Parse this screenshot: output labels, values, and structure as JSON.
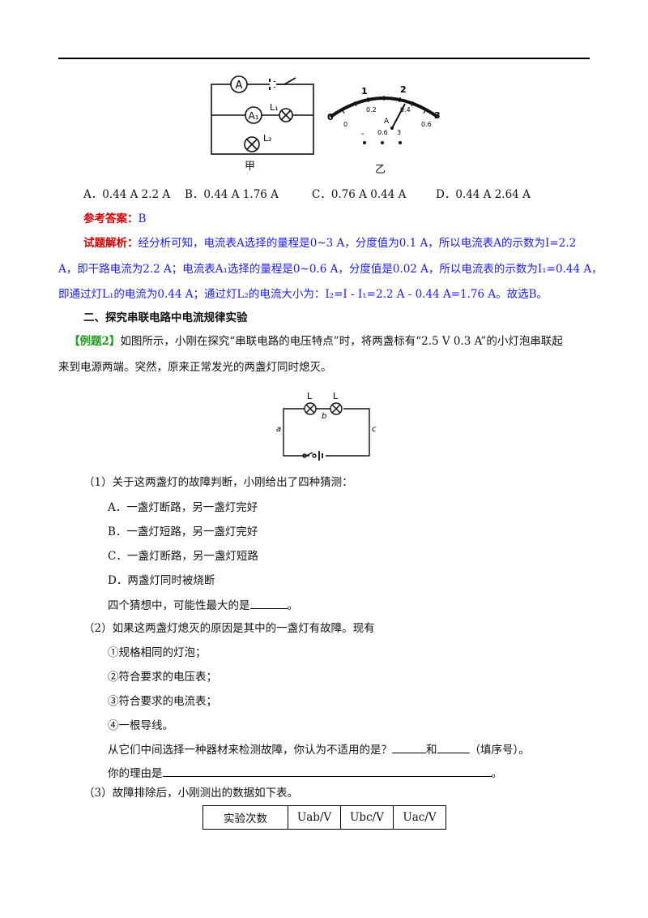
{
  "figure1": {
    "ammeter_A": "A",
    "ammeter_A1": "A₁",
    "lamp1_label": "L₁",
    "lamp2_label": "L₂",
    "caption_jia": "甲",
    "scale_top_labels": [
      "0",
      "1",
      "2",
      "3"
    ],
    "scale_bottom_labels": [
      "0",
      "0.2",
      "0.4",
      "0.6"
    ],
    "meter_signs": [
      "A",
      "-",
      "0.6",
      "3"
    ],
    "caption_yi": "乙"
  },
  "q1_options": {
    "A": "A．0.44 A  2.2 A",
    "B": "B．0.44 A  1.76 A",
    "C": "C．0.76 A  0.44 A",
    "D": "D．0.44 A  2.64 A"
  },
  "answer": {
    "label": "参考答案：",
    "value": "B"
  },
  "analysis": {
    "label": "试题解析：",
    "line1": "经分析可知，电流表A选择的量程是0~3 A，分度值为0.1 A，所以电流表A的示数为I=2.2",
    "line2": "A，即干路电流为2.2 A；电流表A₁选择的量程是0~0.6 A，分度值是0.02 A，所以电流表的示数为I₁=0.44 A，",
    "line3": "即通过灯L₁的电流为0.44 A；通过灯L₂的电流大小为：I₂=I - I₁=2.2 A - 0.44 A=1.76 A。故选B。"
  },
  "section2_title": "二、探究串联电路中电流规律实验",
  "example2": {
    "tag": "【例题2】",
    "line1": "如图所示，小刚在探究“串联电路的电压特点”时，将两盏标有“2.5 V 0.3 A”的小灯泡串联起",
    "line2": "来到电源两端。突然，原来正常发光的两盏灯同时熄灭。"
  },
  "figure2": {
    "lamp_left": "L",
    "lamp_right": "L",
    "point_a": "a",
    "point_b": "b",
    "point_c": "c"
  },
  "part1": {
    "intro": "（1）关于这两盏灯的故障判断，小刚给出了四种猜测：",
    "A": "A．一盏灯断路，另一盏灯完好",
    "B": "B．一盏灯短路，另一盏灯完好",
    "C": "C．一盏灯断路，另一盏灯短路",
    "D": "D．两盏灯同时被烧断",
    "question": "四个猜想中，可能性最大的是",
    "question_end": "。"
  },
  "part2": {
    "intro": "（2）如果这两盏灯熄灭的原因是其中的一盏灯有故障。现有",
    "item1": "①规格相同的灯泡；",
    "item2": "②符合要求的电压表；",
    "item3": "③符合要求的电流表；",
    "item4": "④一根导线。",
    "question_a": "从它们中间选择一种器材来检测故障，你认为不适用的是？",
    "question_and": "和",
    "question_b": "（填序号）。",
    "reason": "你的理由是",
    "reason_end": "。"
  },
  "part3": {
    "intro": "（3）故障排除后，小刚测出的数据如下表。",
    "headers": [
      "实验次数",
      "Uab/V",
      "Ubc/V",
      "Uac/V"
    ]
  }
}
